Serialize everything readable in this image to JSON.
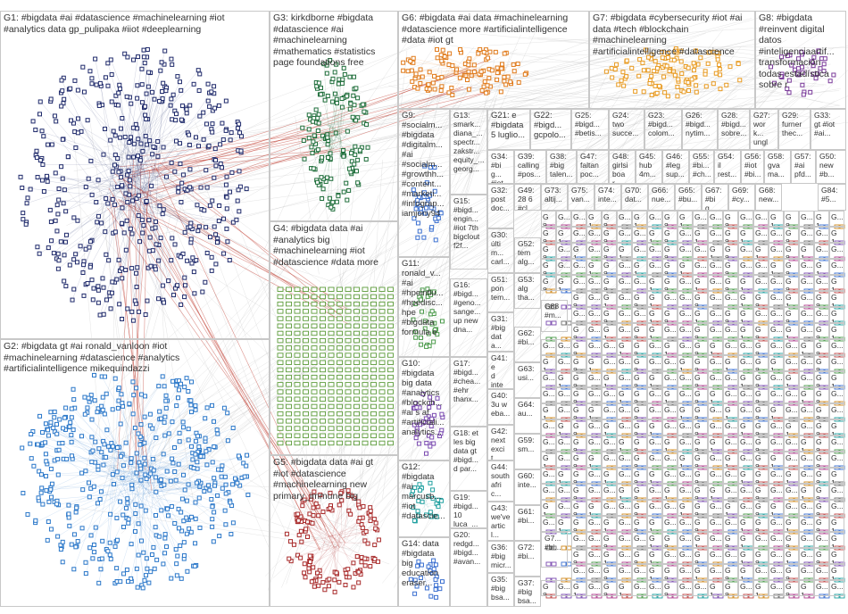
{
  "graph": {
    "colors": {
      "G1": "#1f2a6b",
      "G2": "#2a77c9",
      "G3": "#1f6e3b",
      "G4": "#5c9c3a",
      "G5": "#a82a2a",
      "G6": "#e07a1a",
      "G7": "#e89a20",
      "G8": "#7a3a9a",
      "misc": [
        "#3a6fd0",
        "#c04848",
        "#4a9a4a",
        "#d08a20",
        "#7a4ab0",
        "#20a0a0",
        "#b04090",
        "#707070"
      ]
    },
    "groups": [
      {
        "id": "g1",
        "name": "G1",
        "label": "G1: #bigdata #ai #datascience #machinelearning #iot\n#analytics data gp_pulipaka #iiot #deeplearning"
      },
      {
        "id": "g2",
        "name": "G2",
        "label": "G2: #bigdata gt #ai ronald_vanloon #iot\n#machinelearning #datascience #analytics\n#artificialintelligence mikequindazzi"
      },
      {
        "id": "g3",
        "name": "G3",
        "label": "G3: kirkdborne #bigdata\n#datascience #ai\n#machinelearning\n#mathematics #statistics\npage foundations free"
      },
      {
        "id": "g4",
        "name": "G4",
        "label": "G4: #bigdata data #ai\n#analytics big\n#machinelearning #iot\n#datascience #data more"
      },
      {
        "id": "g5",
        "name": "G5",
        "label": "G5: #bigdata data #ai gt\n#iot #datascience\n#machinelearning new\nprimary_immune big"
      },
      {
        "id": "g6",
        "name": "G6",
        "label": "G6: #bigdata #ai data #machinelearning\n#datascience more #artificialintelligence\n#data #iot gt"
      },
      {
        "id": "g7",
        "name": "G7",
        "label": "G7: #bigdata #cybersecurity #iot #ai\ndata #tech #blockchain\n#machinelearning\n#artificialintelligence #datascience"
      },
      {
        "id": "g8",
        "name": "G8",
        "label": "G8: #bigdata\n#reinvent digital\ndatos\n#inteligenciaartif...\ntransformación\ntodas estadística\nsobre r"
      },
      {
        "id": "g9",
        "name": "G9",
        "label": "G9:\n#socialm...\n#bigdata\n#digitalm...\n#ai\n#socialm...\n#growthh...\n#content...\n#marketi...\n#infograp...\niamjony94"
      },
      {
        "id": "g10",
        "name": "G10",
        "label": "G10:\n#bigdata\nbig data\n#analytics\n#blockch...\n#ai s af\n#artificiali...\nanalytics..."
      },
      {
        "id": "g11",
        "name": "G11",
        "label": "G11:\nronald_v...\n#ai\n#hpeinflu...\n#hpedisc...\nhpe\n#bigdata\nformula e"
      },
      {
        "id": "g12",
        "name": "G12",
        "label": "G12:\n#bigdata\n#ai\nmarcusb...\n#iot\n#datascie..."
      },
      {
        "id": "g13",
        "name": "G13",
        "label": "G13:\nsmark...\ndiana_...\nspectr...\nzakstr...\nequity_...\ngeorg..."
      },
      {
        "id": "g14",
        "name": "G14",
        "label": "G14: data\n#bigdata\nbig\neducation\neraser..."
      },
      {
        "id": "g15",
        "name": "G15",
        "label": "G15:\n#bigd...\nengin...\n#iot 7th\nbigclout\nf2f..."
      },
      {
        "id": "g16",
        "name": "G16",
        "label": "G16:\n#bigd...\n#geno...\nsange...\nup new\ndna..."
      },
      {
        "id": "g17",
        "name": "G17",
        "label": "G17:\n#bigd...\n#chea...\n#ehr\nthanx..."
      },
      {
        "id": "g18",
        "name": "G18",
        "label": "G18: et\nles big\ndata gt\n#bigd...\nd par..."
      },
      {
        "id": "g19",
        "name": "G19",
        "label": "G19:\n#bigd...\n10\nluca_..."
      },
      {
        "id": "g20",
        "name": "G20",
        "label": "G20:\nredgd...\n#bigd...\n#avan..."
      },
      {
        "id": "g21",
        "name": "G21",
        "label": "G21: e\n#bigdata\n5 luglio..."
      },
      {
        "id": "g22",
        "name": "G22",
        "label": "G22:\n#bigd...\ngcpolo..."
      },
      {
        "id": "g23",
        "name": "G23",
        "label": "G23:\n#bigd...\ncolom..."
      },
      {
        "id": "g24",
        "name": "G24",
        "label": "G24:\ntwo\nsucce..."
      },
      {
        "id": "g25",
        "name": "G25",
        "label": "G25:\n#bigd...\n#betis..."
      },
      {
        "id": "g26",
        "name": "G26",
        "label": "G26:\n#bigd...\nnytim..."
      },
      {
        "id": "g27",
        "name": "G27",
        "label": "G27:\nwork...\nunglo..."
      },
      {
        "id": "g28",
        "name": "G28",
        "label": "G28:\n#bigd...\nsobre..."
      },
      {
        "id": "g29",
        "name": "G29",
        "label": "G29:\nfurner\nthec..."
      },
      {
        "id": "g30",
        "name": "G30",
        "label": "G30:\núltim...\ncarl..."
      },
      {
        "id": "g31",
        "name": "G31",
        "label": "G31:\n#big\ndata..."
      },
      {
        "id": "g32",
        "name": "G32",
        "label": "G32:\npost\ndoc..."
      },
      {
        "id": "g33",
        "name": "G33",
        "label": "G33:\ngt #iot\n#ai..."
      },
      {
        "id": "g34",
        "name": "G34",
        "label": "G34:\n#big...\n#iot..."
      },
      {
        "id": "g35",
        "name": "G35",
        "label": "G35:\n#big\nbsa..."
      },
      {
        "id": "g36",
        "name": "G36",
        "label": "G36:\n#big\nmicr..."
      },
      {
        "id": "g37",
        "name": "G37",
        "label": "G37:\n#big\nbsa..."
      },
      {
        "id": "g38",
        "name": "G38",
        "label": "G38:\n#big\ntalen..."
      },
      {
        "id": "g39",
        "name": "G39",
        "label": "G39:\ncalling\n#pos..."
      },
      {
        "id": "g40",
        "name": "G40",
        "label": "G40:\n3u w\neba..."
      },
      {
        "id": "g41",
        "name": "G41",
        "label": "G41: e\nd\ninter..."
      },
      {
        "id": "g42",
        "name": "G42",
        "label": "G42:\nnext\nexcit..."
      },
      {
        "id": "g43",
        "name": "G43",
        "label": "G43:\nwe've\narticl..."
      },
      {
        "id": "g44",
        "name": "G44",
        "label": "G44:\nsouth\nafric..."
      },
      {
        "id": "g45",
        "name": "G45",
        "label": "G45:\nhub\n4m..."
      },
      {
        "id": "g46",
        "name": "G46",
        "label": "G46:\n#leg\nsup..."
      },
      {
        "id": "g47",
        "name": "G47",
        "label": "G47:\nfaltan\npoc..."
      },
      {
        "id": "g48",
        "name": "G48",
        "label": "G48:\ngirlsi\nboar..."
      },
      {
        "id": "g49",
        "name": "G49",
        "label": "G49:\n28 6\n#cl..."
      },
      {
        "id": "g50",
        "name": "G50",
        "label": "G50:\nnew\n#b..."
      },
      {
        "id": "g51",
        "name": "G51",
        "label": "G51:\npon\ntem..."
      },
      {
        "id": "g52",
        "name": "G52",
        "label": "G52:\ntem\nalg..."
      },
      {
        "id": "g53",
        "name": "G53",
        "label": "G53:\nalg\ntha..."
      },
      {
        "id": "g54",
        "name": "G54",
        "label": "G54:\nil\nrest..."
      },
      {
        "id": "g55",
        "name": "G55",
        "label": "G55:\n#bi...\n#ch..."
      },
      {
        "id": "g56",
        "name": "G56",
        "label": "G56:\n#iot\n#bi..."
      },
      {
        "id": "g57",
        "name": "G57",
        "label": "G57:\n#ai\npfd..."
      },
      {
        "id": "g58",
        "name": "G58",
        "label": "G58:\ngva\nma..."
      },
      {
        "id": "g59",
        "name": "G59",
        "label": "G59:\nsm..."
      },
      {
        "id": "g60",
        "name": "G60",
        "label": "G60:\ninte..."
      },
      {
        "id": "g61",
        "name": "G61",
        "label": "G61:\n#bi..."
      },
      {
        "id": "g62",
        "name": "G62",
        "label": "G62:\n#bi..."
      },
      {
        "id": "g63",
        "name": "G63",
        "label": "G63:\nusi..."
      },
      {
        "id": "g64",
        "name": "G64",
        "label": "G64:\nau..."
      },
      {
        "id": "g65",
        "name": "G65",
        "label": "G65:\n#bu..."
      },
      {
        "id": "g66",
        "name": "G66",
        "label": "G66:\nnue..."
      },
      {
        "id": "g67",
        "name": "G67",
        "label": "G67:\n#big..."
      },
      {
        "id": "g68",
        "name": "G68",
        "label": "G68:\nnew..."
      },
      {
        "id": "g69",
        "name": "G69",
        "label": "G69:\n#cy..."
      },
      {
        "id": "g70",
        "name": "G70",
        "label": "G70:\ndat..."
      },
      {
        "id": "g71",
        "name": "G71",
        "label": "G7...\n#bi..."
      },
      {
        "id": "g72",
        "name": "G72",
        "label": "G72:\n#bi..."
      },
      {
        "id": "g73",
        "name": "G73",
        "label": "G73:\naltij..."
      },
      {
        "id": "g74",
        "name": "G74",
        "label": "G74:\ninte..."
      },
      {
        "id": "g75",
        "name": "G75",
        "label": "G75:\nvan..."
      },
      {
        "id": "g84",
        "name": "G84",
        "label": "G84:\n#5..."
      },
      {
        "id": "g88",
        "name": "G88",
        "label": "G88\n#m..."
      }
    ],
    "small_labels": [
      "G8...",
      "G...",
      "G1...",
      "G..."
    ]
  }
}
